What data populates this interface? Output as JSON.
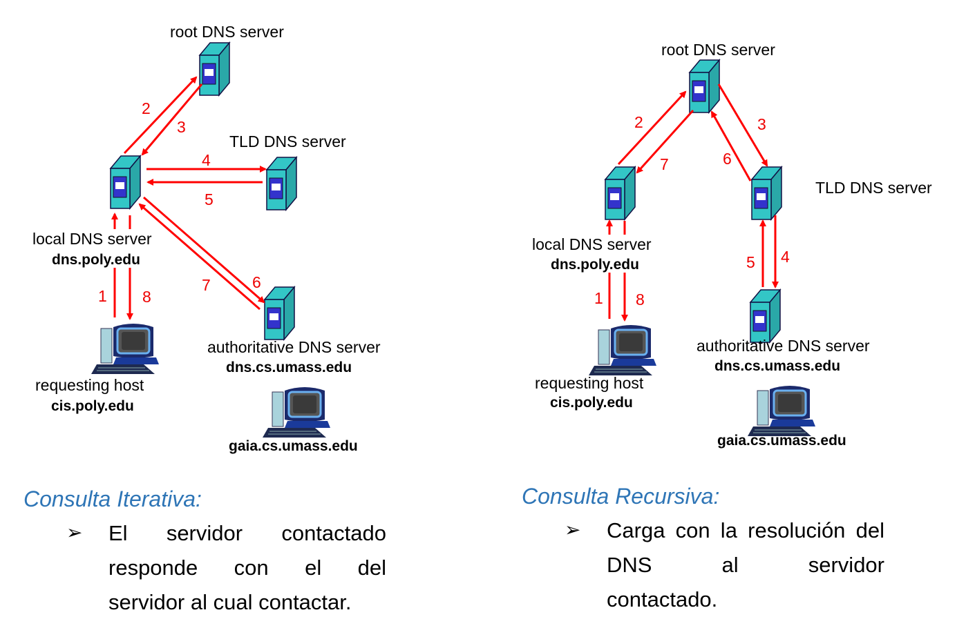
{
  "colors": {
    "arrow": "#ff0000",
    "server": "#33c6c6",
    "screen": "#3333cc",
    "title": "#2e75b6"
  },
  "left": {
    "root": "root DNS server",
    "tld": "TLD DNS server",
    "local": "local DNS server",
    "local_host": "dns.poly.edu",
    "auth": "authoritative DNS server",
    "auth_host": "dns.cs.umass.edu",
    "req": "requesting host",
    "req_host": "cis.poly.edu",
    "gaia": "gaia.cs.umass.edu",
    "steps": [
      "1",
      "2",
      "3",
      "4",
      "5",
      "6",
      "7",
      "8"
    ]
  },
  "right": {
    "root": "root DNS server",
    "tld": "TLD DNS server",
    "local": "local DNS server",
    "local_host": "dns.poly.edu",
    "auth": "authoritative DNS server",
    "auth_host": "dns.cs.umass.edu",
    "req": "requesting host",
    "req_host": "cis.poly.edu",
    "gaia": "gaia.cs.umass.edu",
    "steps": [
      "1",
      "2",
      "3",
      "4",
      "5",
      "6",
      "7",
      "8"
    ]
  },
  "iterative": {
    "title": "Consulta Iterativa:",
    "bullet": "➢",
    "lines": [
      "El servidor contactado",
      "responde con el del",
      "servidor al cual contactar."
    ]
  },
  "recursive": {
    "title": "Consulta Recursiva:",
    "bullet": "➢",
    "lines": [
      "Carga con la resolución del",
      "DNS al servidor",
      "contactado."
    ]
  }
}
